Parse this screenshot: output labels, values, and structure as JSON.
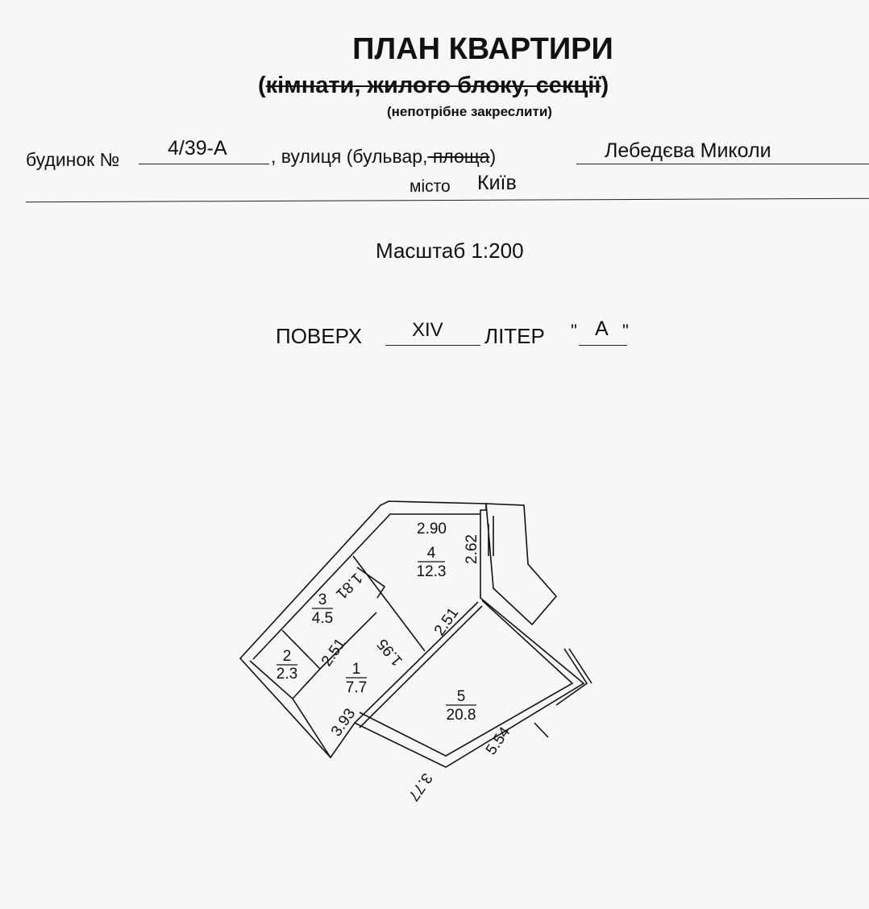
{
  "header": {
    "title": "ПЛАН КВАРТИРИ",
    "subtitle_open": "(",
    "subtitle_struck": "кімнати, жилого блоку, секції",
    "subtitle_close": ")",
    "note": "(непотрібне закреслити)"
  },
  "address": {
    "house_label": "будинок №",
    "house_number": "4/39-А",
    "street_label_prefix": ", вулиця (бульвар,",
    "street_label_struck": " площа",
    "street_label_suffix": ")",
    "street_value": "Лебедєва Миколи",
    "city_label": "місто",
    "city_value": "Київ"
  },
  "scale": "Масштаб 1:200",
  "floor": {
    "label": "ПОВЕРХ",
    "value": "XIV",
    "letter_label": "ЛІТЕР",
    "letter_open": "\"",
    "letter_value": "А",
    "letter_close": "\""
  },
  "plan": {
    "rooms": [
      {
        "number": "1",
        "area": "7.7"
      },
      {
        "number": "2",
        "area": "2.3"
      },
      {
        "number": "3",
        "area": "4.5"
      },
      {
        "number": "4",
        "area": "12.3"
      },
      {
        "number": "5",
        "area": "20.8"
      }
    ],
    "dimensions": [
      "2.90",
      "2.62",
      "1.81",
      "2.51",
      "1.95",
      "2.51",
      "3.93",
      "3.77",
      "5.54"
    ]
  }
}
